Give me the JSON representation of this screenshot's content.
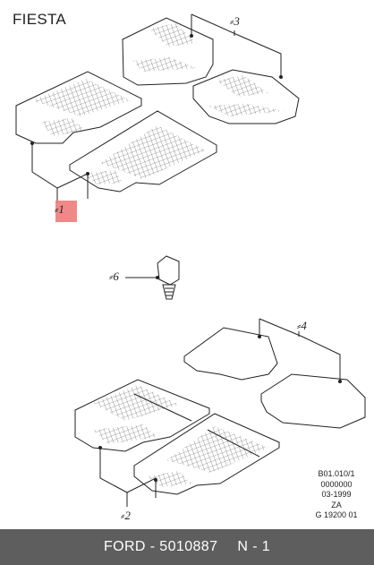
{
  "title": "FIESTA",
  "callouts": {
    "item1": "1",
    "item2": "2",
    "item3": "3",
    "item4": "4",
    "item6": "6"
  },
  "reference_block": [
    "B01.010/1",
    "0000000",
    "03-1999",
    "ZA",
    "G 19200 01"
  ],
  "footer": {
    "brand": "FORD",
    "separator": " - ",
    "part_number": "5010887",
    "page": "N - 1"
  },
  "colors": {
    "highlight": "#f07b7b",
    "footer_bg": "#5e5e5e",
    "footer_text": "#ffffff"
  }
}
